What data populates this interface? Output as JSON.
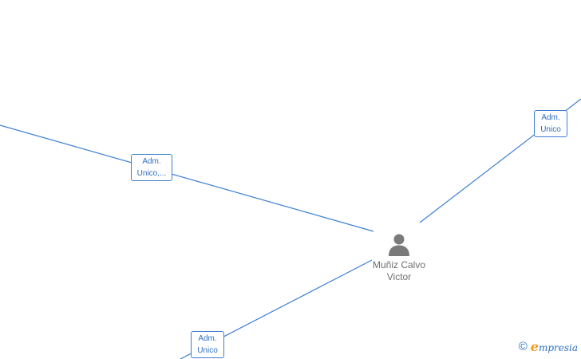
{
  "center_node": {
    "name_line1": "Muñiz Calvo",
    "name_line2": "Victor",
    "icon": "person-icon"
  },
  "edges": [
    {
      "id": "top-left",
      "label_line1": "Adm.",
      "label_line2": "Unico,..."
    },
    {
      "id": "top-right",
      "label_line1": "Adm.",
      "label_line2": "Unico"
    },
    {
      "id": "bottom-left",
      "label_line1": "Adm.",
      "label_line2": "Unico"
    }
  ],
  "watermark": {
    "symbol": "©",
    "brand_initial": "e",
    "brand_rest": "mpresia"
  },
  "colors": {
    "edge": "#3d7fd1",
    "label_text": "#2e6fc0",
    "node_text": "#6f6f6f",
    "person_icon": "#7a7a7a",
    "brand_accent": "#f29a1e"
  }
}
